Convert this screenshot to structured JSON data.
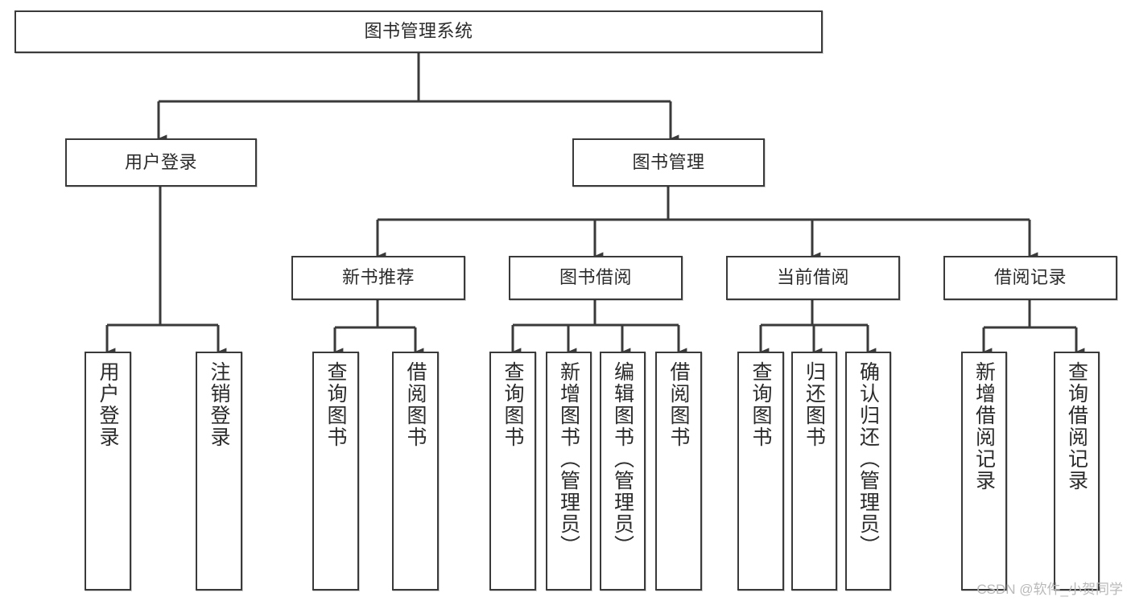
{
  "diagram": {
    "title": "图书管理系统",
    "type": "tree-hierarchy",
    "watermark": "CSDN @软件_小贺同学",
    "colors": {
      "background": "#ffffff",
      "box_border": "#3a3a3a",
      "box_fill": "#ffffff",
      "text": "#2b2b2b",
      "edge": "#3a3a3a",
      "watermark": "#b9b9b9"
    },
    "root": {
      "id": "root",
      "label": "图书管理系统"
    },
    "level1": [
      {
        "id": "user-login",
        "label": "用户登录"
      },
      {
        "id": "book-manage",
        "label": "图书管理"
      }
    ],
    "level2": [
      {
        "id": "new-book-rec",
        "label": "新书推荐",
        "parent": "book-manage"
      },
      {
        "id": "book-borrow",
        "label": "图书借阅",
        "parent": "book-manage"
      },
      {
        "id": "current-borrow",
        "label": "当前借阅",
        "parent": "book-manage"
      },
      {
        "id": "borrow-record",
        "label": "借阅记录",
        "parent": "book-manage"
      }
    ],
    "leaves": [
      {
        "id": "leaf-user-login",
        "label": "用户登录",
        "parent": "user-login"
      },
      {
        "id": "leaf-logout",
        "label": "注销登录",
        "parent": "user-login"
      },
      {
        "id": "leaf-query-book-rec",
        "label": "查询图书",
        "parent": "new-book-rec"
      },
      {
        "id": "leaf-borrow-book-rec",
        "label": "借阅图书",
        "parent": "new-book-rec"
      },
      {
        "id": "leaf-query-book-borrow",
        "label": "查询图书",
        "parent": "book-borrow"
      },
      {
        "id": "leaf-add-book",
        "label": "新增图书（管理员）",
        "parent": "book-borrow"
      },
      {
        "id": "leaf-edit-book",
        "label": "编辑图书（管理员）",
        "parent": "book-borrow"
      },
      {
        "id": "leaf-borrow-book",
        "label": "借阅图书",
        "parent": "book-borrow"
      },
      {
        "id": "leaf-query-book-cur",
        "label": "查询图书",
        "parent": "current-borrow"
      },
      {
        "id": "leaf-return-book",
        "label": "归还图书",
        "parent": "current-borrow"
      },
      {
        "id": "leaf-confirm-return",
        "label": "确认归还（管理员）",
        "parent": "current-borrow"
      },
      {
        "id": "leaf-add-record",
        "label": "新增借阅记录",
        "parent": "borrow-record"
      },
      {
        "id": "leaf-query-record",
        "label": "查询借阅记录",
        "parent": "borrow-record"
      }
    ]
  }
}
